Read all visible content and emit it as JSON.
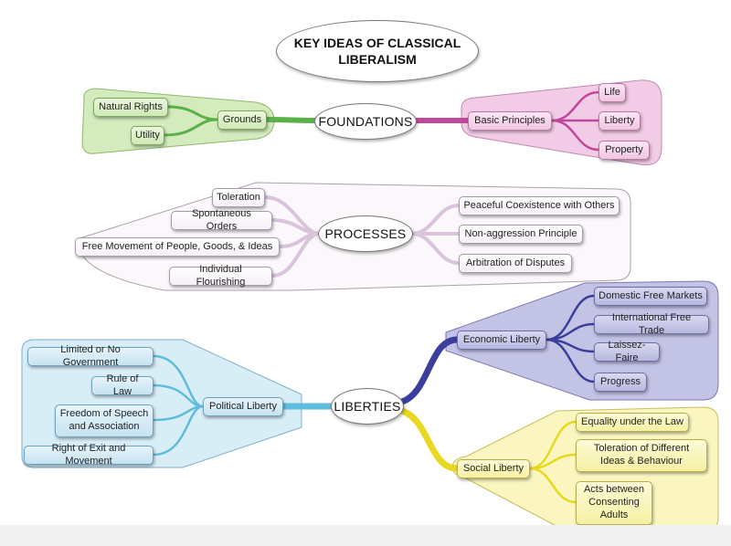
{
  "title": {
    "line1": "KEY IDEAS OF CLASSICAL",
    "line2": "LIBERALISM"
  },
  "foundations": {
    "label": "FOUNDATIONS",
    "grounds": {
      "label": "Grounds",
      "children": [
        "Natural Rights",
        "Utility"
      ]
    },
    "basic_principles": {
      "label": "Basic Principles",
      "children": [
        "Life",
        "Liberty",
        "Property"
      ]
    }
  },
  "processes": {
    "label": "PROCESSES",
    "left": [
      "Toleration",
      "Spontaneous Orders",
      "Free Movement of People, Goods, & Ideas",
      "Individual Flourishing"
    ],
    "right": [
      "Peaceful Coexistence with Others",
      "Non-aggression Principle",
      "Arbitration of Disputes"
    ]
  },
  "liberties": {
    "label": "LIBERTIES",
    "political": {
      "label": "Political Liberty",
      "children": [
        "Limited or No Government",
        "Rule of Law",
        "Freedom of Speech and Association",
        "Right of Exit and Movement"
      ]
    },
    "economic": {
      "label": "Economic Liberty",
      "children": [
        "Domestic Free Markets",
        "International Free Trade",
        "Laissez-Faire",
        "Progress"
      ]
    },
    "social": {
      "label": "Social Liberty",
      "children": [
        "Equality under the Law",
        "Toleration of Different Ideas & Behaviour",
        "Acts between Consenting Adults"
      ]
    }
  },
  "colors": {
    "green": "#5cb04a",
    "pink": "#c0479a",
    "lavender": "#d9c4dc",
    "purple": "#3b3f9c",
    "blue": "#5fbcdc",
    "yellow": "#e8d820"
  }
}
